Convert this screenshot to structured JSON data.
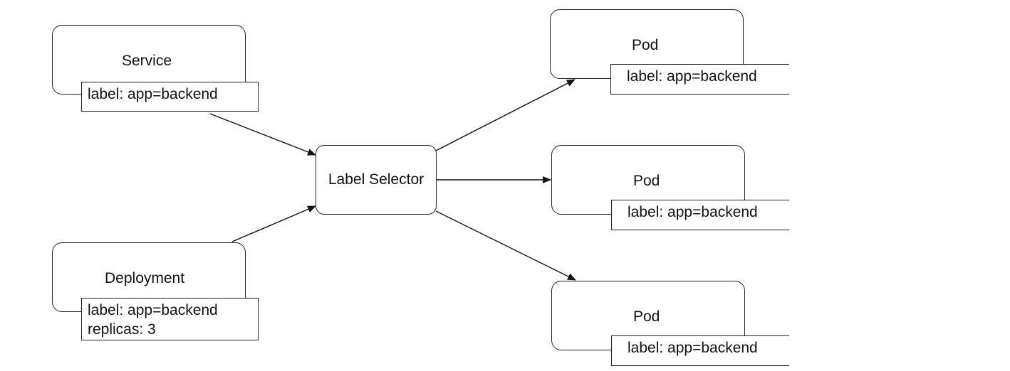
{
  "service": {
    "title": "Service",
    "label": "label: app=backend"
  },
  "deployment": {
    "title": "Deployment",
    "label": "label: app=backend",
    "replicas": "replicas: 3"
  },
  "selector": {
    "title": "Label Selector"
  },
  "pods": [
    {
      "title": "Pod",
      "label": "label: app=backend"
    },
    {
      "title": "Pod",
      "label": "label: app=backend"
    },
    {
      "title": "Pod",
      "label": "label: app=backend"
    }
  ],
  "colors": {
    "stroke": "#222222",
    "background": "#ffffff"
  }
}
